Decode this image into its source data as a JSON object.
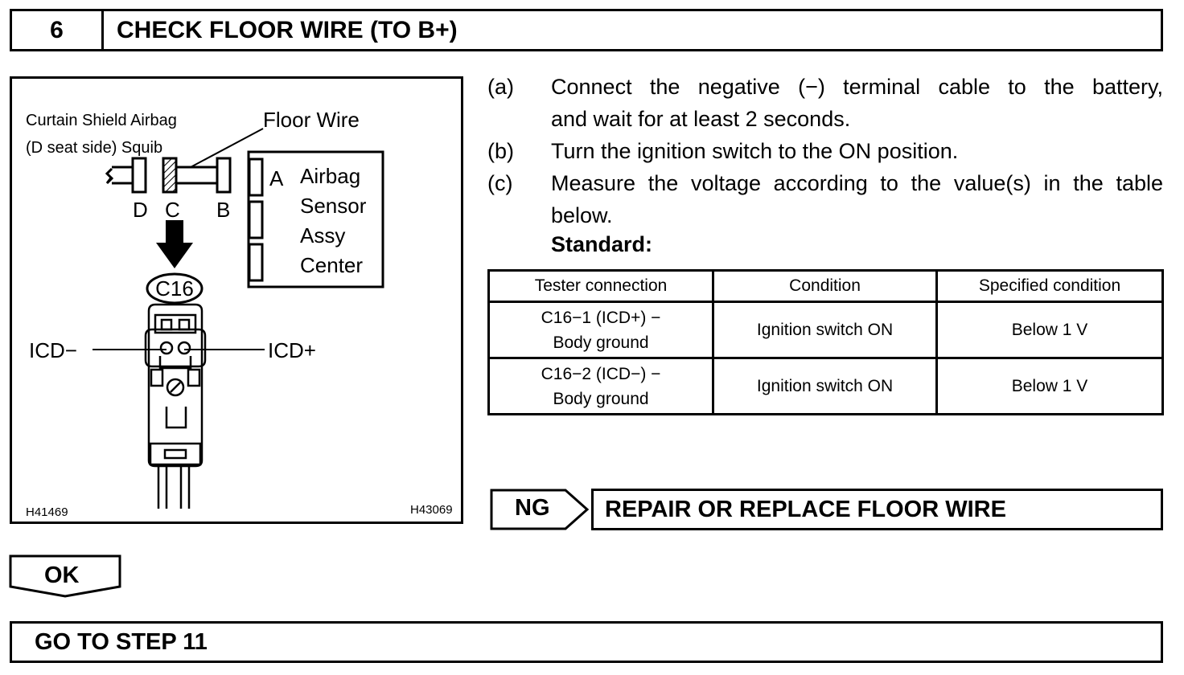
{
  "step": {
    "number": "6",
    "title": "CHECK FLOOR WIRE (TO B+)"
  },
  "diagram": {
    "label_curtain_line1": "Curtain Shield Airbag",
    "label_curtain_line2": "(D seat side) Squib",
    "label_floor_wire": "Floor Wire",
    "connector_d": "D",
    "connector_c": "C",
    "connector_b": "B",
    "connector_a": "A",
    "sensor_line1": "Airbag",
    "sensor_line2": "Sensor",
    "sensor_line3": "Assy",
    "sensor_line4": "Center",
    "connector_id": "C16",
    "terminal_left": "ICD−",
    "terminal_right": "ICD+",
    "code_left": "H41469",
    "code_right": "H43069"
  },
  "instructions": [
    {
      "letter": "(a)",
      "line1": "Connect the negative (−) terminal cable to the battery,",
      "line2": "and wait for at least 2 seconds."
    },
    {
      "letter": "(b)",
      "line1": "Turn the ignition switch to the ON position."
    },
    {
      "letter": "(c)",
      "line1": "Measure the voltage according to the value(s) in the table",
      "line2": "below."
    }
  ],
  "standard_label": "Standard:",
  "table": {
    "headers": [
      "Tester connection",
      "Condition",
      "Specified condition"
    ],
    "rows": [
      {
        "connection_line1": "C16−1 (ICD+) −",
        "connection_line2": "Body ground",
        "condition": "Ignition switch ON",
        "specified": "Below 1 V"
      },
      {
        "connection_line1": "C16−2 (ICD−) −",
        "connection_line2": "Body ground",
        "condition": "Ignition switch ON",
        "specified": "Below 1 V"
      }
    ]
  },
  "ng": {
    "tag": "NG",
    "action": "REPAIR OR REPLACE FLOOR WIRE"
  },
  "ok": {
    "tag": "OK",
    "action": "GO TO STEP 11"
  }
}
